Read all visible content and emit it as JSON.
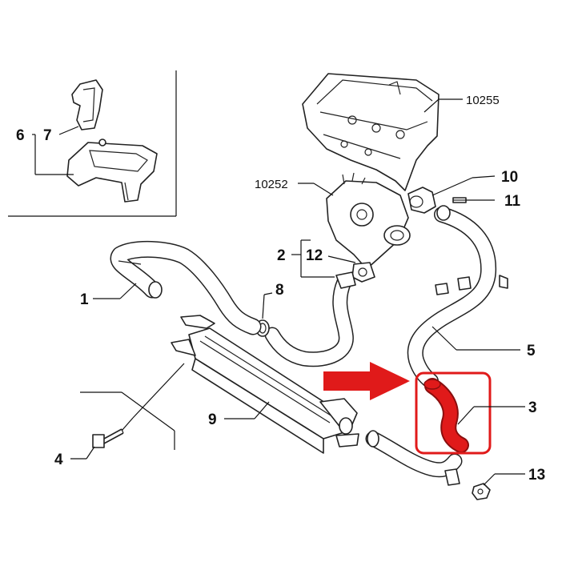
{
  "labels": {
    "p1": "1",
    "p2": "2",
    "p3": "3",
    "p4": "4",
    "p5": "5",
    "p6": "6",
    "p7": "7",
    "p8": "8",
    "p9": "9",
    "p10": "10",
    "p11": "11",
    "p12": "12",
    "p13": "13",
    "p10252": "10252",
    "p10255": "10255"
  },
  "colors": {
    "highlight": "#e01a1a",
    "line": "#111111"
  },
  "icons": {
    "arrow": "arrow-right-icon"
  }
}
